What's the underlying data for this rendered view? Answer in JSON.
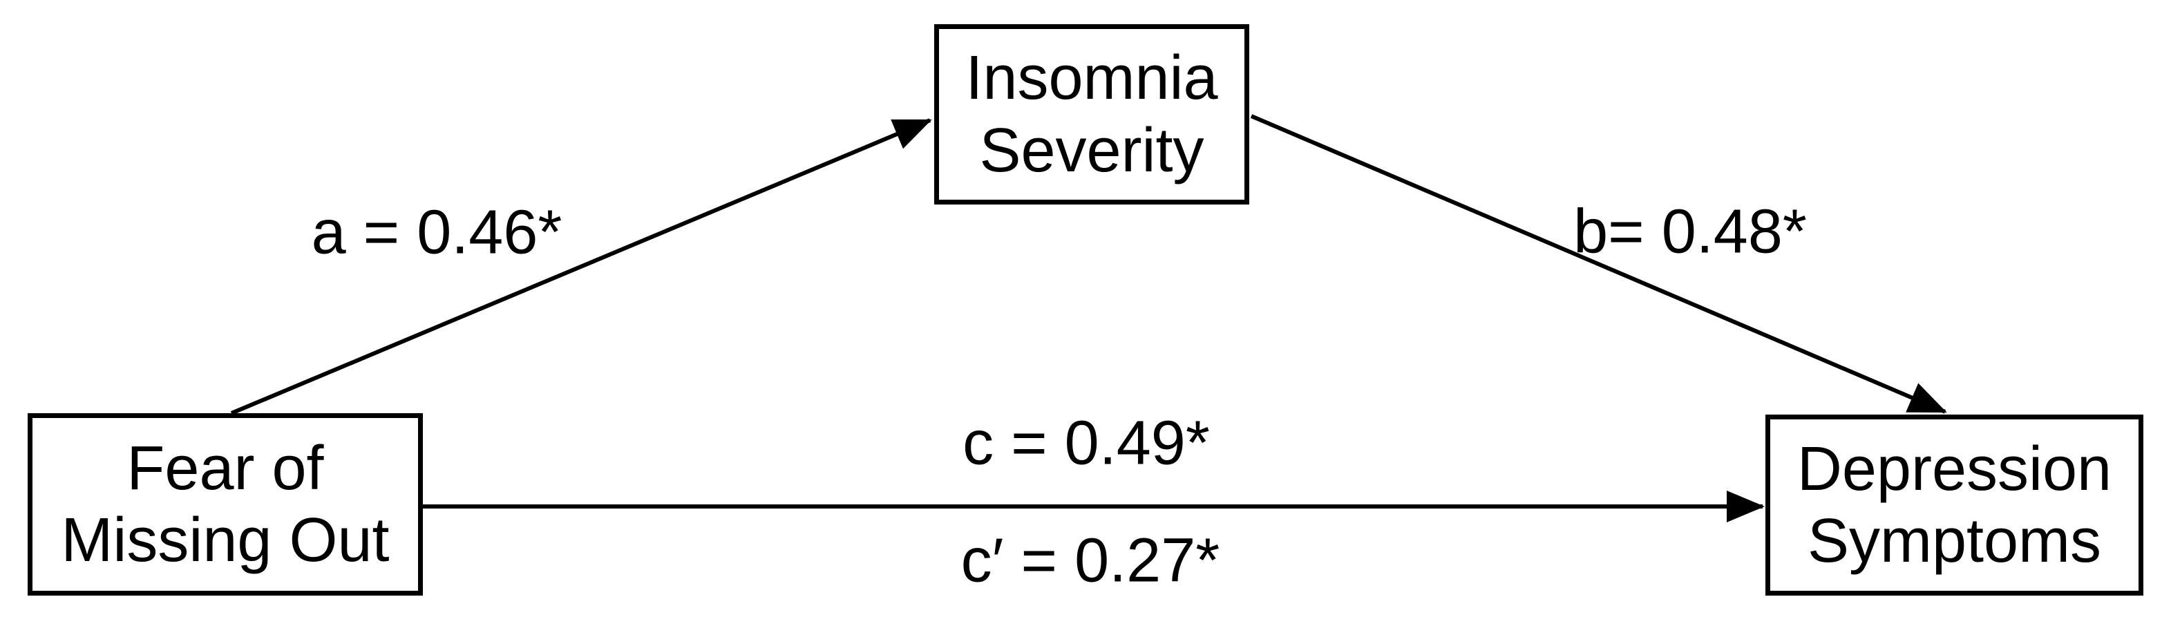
{
  "diagram": {
    "type": "mediation-path-diagram",
    "nodes": {
      "predictor": {
        "label": "Fear of\nMissing Out",
        "role": "predictor"
      },
      "mediator": {
        "label": "Insomnia\nSeverity",
        "role": "mediator"
      },
      "outcome": {
        "label": "Depression\nSymptoms",
        "role": "outcome"
      }
    },
    "paths": {
      "a": {
        "label": "a = 0.46*",
        "from": "predictor",
        "to": "mediator"
      },
      "b": {
        "label": "b= 0.48*",
        "from": "mediator",
        "to": "outcome"
      },
      "c": {
        "label": "c = 0.49*",
        "from": "predictor",
        "to": "outcome"
      },
      "c_prime": {
        "label": "c′ = 0.27*",
        "from": "predictor",
        "to": "outcome"
      }
    },
    "colors": {
      "stroke": "#000000",
      "node_fill": "#ffffff",
      "text": "#000000",
      "background": "#ffffff"
    }
  }
}
